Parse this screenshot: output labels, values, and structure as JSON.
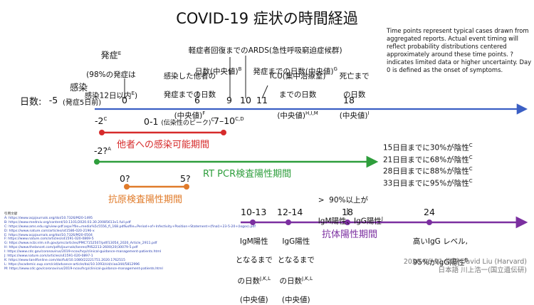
{
  "title": "COVID-19 症状の時間経過",
  "note": "Time points represent typical cases drawn from aggregated reports. Actual event timing will reflect probability distributions centered approximately around these time points. ? indicates limited data or higher uncertainty. Day 0 is defined as the onset of symptoms.",
  "axis": {
    "label": "日数:",
    "infection": "感染",
    "ticks": [
      "-5",
      "0",
      "6",
      "9",
      "10",
      "11",
      "18"
    ],
    "infection_note": "(発症5日前)"
  },
  "events": {
    "onset_l1": "発症",
    "onset_sup": "E",
    "onset_l2": "(98%の発症は",
    "onset_l3": "感染12日以内",
    "onset_sup2": "E",
    "onset_l4": ")",
    "infected_l1": "感染した他者の",
    "infected_l2": "発症までの日数",
    "infected_l3": "(中央値)",
    "infected_sup": "F",
    "recovery_l1": "軽症者回復までの",
    "recovery_l2": "日数(中央値)",
    "recovery_sup": "B",
    "ards_l1": "ARDS(急性呼吸窮迫症候群)",
    "ards_l2": "発症までの日数(中央値)",
    "ards_sup": "G",
    "icu_l1": "ICU(集中治療室)",
    "icu_l2": "までの日数",
    "icu_l3": "(中央値)",
    "icu_sup": "H,I,M",
    "death_l1": "死亡まで",
    "death_l2": "の日数",
    "death_l3": "(中央値)",
    "death_sup": "I"
  },
  "contagious": {
    "start": "-2",
    "start_sup": "C",
    "peak": "0-1",
    "peak_note": "(伝染性のピーク)",
    "peak_sup": "C",
    "end": "7–10",
    "end_sup": "C,D",
    "label": "他者への感染可能期間"
  },
  "pcr": {
    "start": "-2?",
    "start_sup": "A",
    "label": "RT PCR検査陽性期間",
    "pct": [
      {
        "pre": "15日目までに",
        "val": "30%",
        "post": "が陰性",
        "sup": "C"
      },
      {
        "pre": "21日目までに",
        "val": "68%",
        "post": "が陰性",
        "sup": "C"
      },
      {
        "pre": "28日目までに",
        "val": "88%",
        "post": "が陰性",
        "sup": "C"
      },
      {
        "pre": "33日目までに",
        "val": "95%",
        "post": "が陰性",
        "sup": "C"
      }
    ]
  },
  "antigen": {
    "start": "0?",
    "end": "5?",
    "label": "抗原検査陽性期間"
  },
  "antibody": {
    "top_l1": ">  90%以上が",
    "top_l2": "IgM陽性、IgG陽性",
    "top_sup": "J",
    "ticks": [
      "10-13",
      "12-14",
      "18",
      "24"
    ],
    "label": "抗体陽性期間",
    "igm_l1": "IgM陽性",
    "igm_l2": "となるまで",
    "igm_l3": "の日数",
    "igm_sup": "J,K,L",
    "igm_l4": "(中央値)",
    "igg_l1": "IgG陽性",
    "igg_l2": "となるまで",
    "igg_l3": "の日数",
    "igg_sup": "J,K,L",
    "igg_l4": "(中央値)",
    "high_l1": "高いIgG レベル,",
    "high_l2": "95%が",
    "high_l2b": "IgG陽性",
    "high_sup": "B"
  },
  "references": {
    "heading": "引用文献",
    "items": [
      "A: https://www.acpjournals.org/doi/10.7326/M20-1495",
      "B: https://www.medrxiv.org/content/10.1101/2020.03.30.20085613v1.full.pdf",
      "C: https://www.ams.edu.sg/view-pdf.aspx?file=media%5c5556_fi_168.pdf&ofile=Period+of+Infectivity+Position+Statement+(final)+23-5-20+(logos).pdf",
      "D: https://www.nature.com/articles/s41586-020-2196-x",
      "E: https://www.acpjournals.org/doi/10.7326/M20-0504",
      "F: https://www.nature.com/articles/s41591-020-0869-5",
      "G: https://www.ncbi.nlm.nih.gov/pmc/articles/PMC7152507/pdf/13054_2020_Article_2911.pdf",
      "H: https://www.thelancet.com/pdfs/journals/lanres/PIIS2213-2600(20)30079-5.pdf",
      "I: https://www.cdc.gov/coronavirus/2019-ncov/hcp/clinical-guidance-management-patients.html",
      "J: https://www.nature.com/articles/s41591-020-0897-1",
      "K: https://www.tandfonline.com/doi/full/10.1080/22221751.2020.1762515",
      "L: https://academic.oup.com/cid/advance-article/doi/10.1093/cid/ciaa344/5812996",
      "M: https://www.cdc.gov/coronavirus/2019-ncov/hcp/clinical-guidance-management-patients.html"
    ]
  },
  "credit": {
    "line1": "2020-06-11 作製 David Liu (Harvard)",
    "line2": "日本語 川上浩一(国立遺伝研)"
  },
  "colors": {
    "axis": "#3b5fc4",
    "red": "#d62b2b",
    "green": "#2e9e3c",
    "orange": "#e07b2a",
    "purple": "#7b2fa0"
  }
}
